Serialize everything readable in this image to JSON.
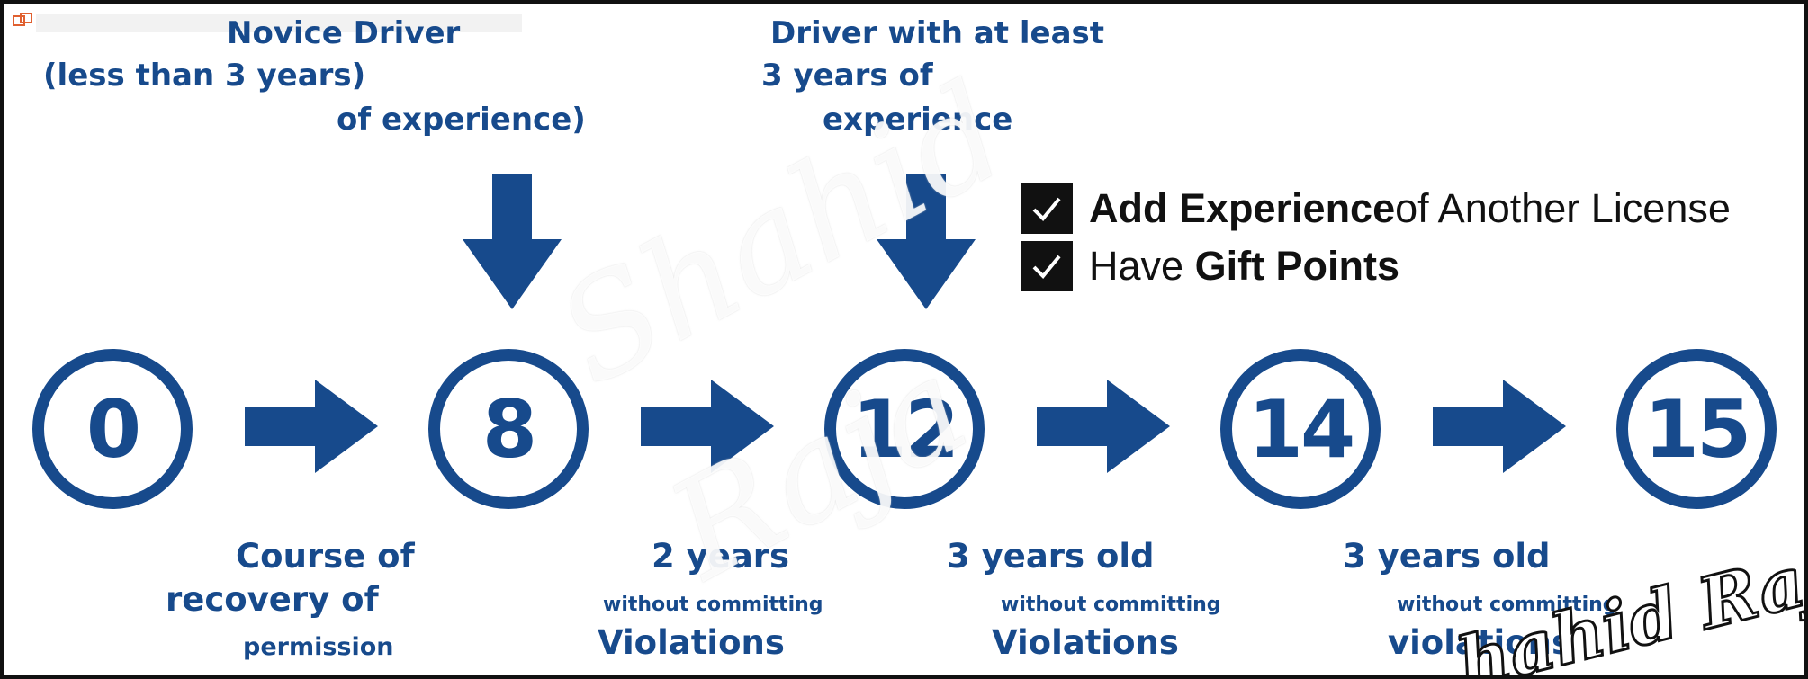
{
  "top_labels": {
    "novice_line1": "Novice Driver",
    "novice_line2": "(less than 3 years)",
    "novice_line3": "of experience)",
    "experienced_line1": "Driver with at least",
    "experienced_line2": "3 years of",
    "experienced_line3": "experience"
  },
  "checklist": [
    {
      "bold": "Add Experience",
      "rest": " of Another License"
    },
    {
      "pre": "Have ",
      "bold": "Gift Points"
    }
  ],
  "points": [
    "0",
    "8",
    "12",
    "14",
    "15"
  ],
  "steps": [
    {
      "line1": "Course of",
      "line2": "recovery of",
      "line3": "permission"
    },
    {
      "line1": "2 years",
      "line2": "without committing",
      "line3": "Violations"
    },
    {
      "line1": "3 years old",
      "line2": "without committing",
      "line3": "Violations"
    },
    {
      "line1": "3 years old",
      "line2": "without committing",
      "line3": "violations"
    }
  ],
  "watermark": {
    "line1": "Shahid",
    "line2": "Raja",
    "corner": "hahid Raj"
  },
  "colors": {
    "accent": "#174a8c",
    "border": "#111111",
    "background": "#ffffff"
  },
  "icons": {
    "check": "check-icon",
    "arrow_down": "arrow-down-icon",
    "arrow_right": "arrow-right-icon",
    "corner": "copy-icon"
  }
}
